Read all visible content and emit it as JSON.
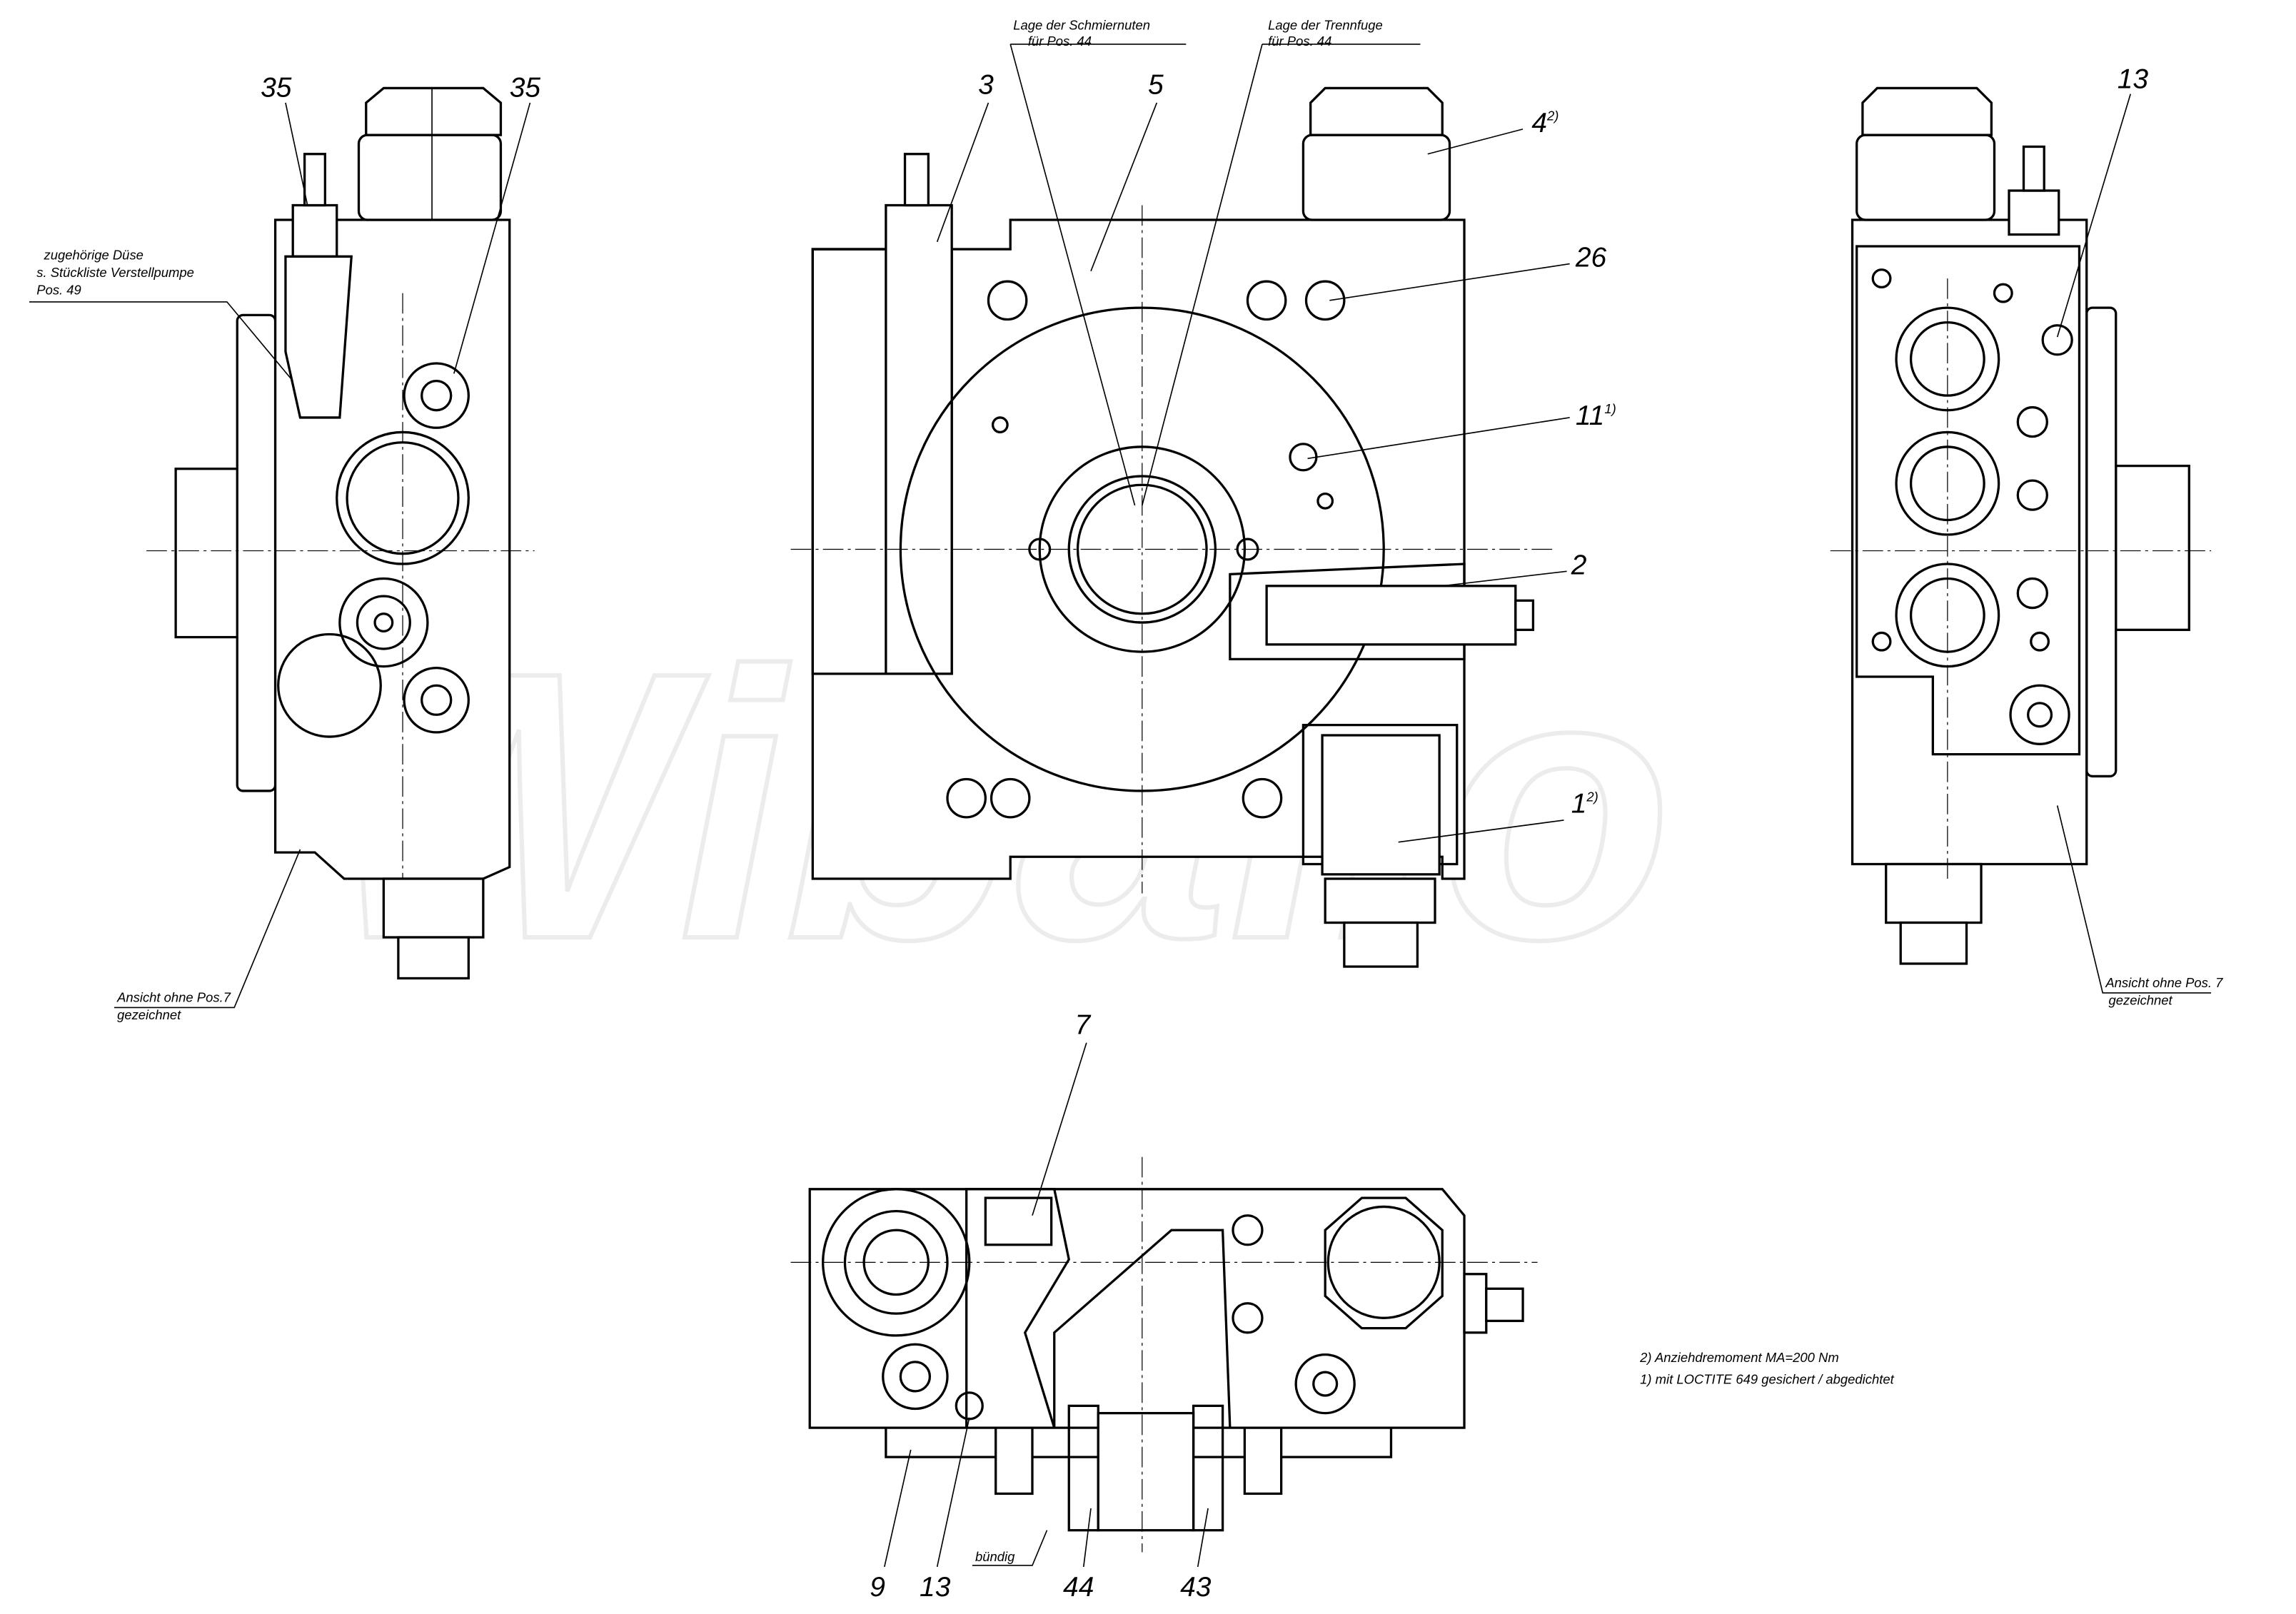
{
  "watermark": "Wiballo",
  "left_view": {
    "labels": [
      "35",
      "35"
    ],
    "note": [
      "zugehörige Düse",
      "s. Stückliste Verstellpumpe",
      "Pos. 49"
    ],
    "view_note": [
      "Ansicht ohne Pos.7",
      "gezeichnet"
    ]
  },
  "center_view": {
    "callout_lubrication": [
      "Lage der Schmiernuten",
      "für Pos. 44"
    ],
    "callout_parting": [
      "Lage der Trennfuge",
      "für Pos. 44"
    ],
    "labels": {
      "p3": "3",
      "p5": "5",
      "p4": "4",
      "p4_sup": "2)",
      "p26": "26",
      "p11": "11",
      "p11_sup": "1)",
      "p2": "2",
      "p1": "1",
      "p1_sup": "2)"
    }
  },
  "right_view": {
    "labels": [
      "13"
    ],
    "view_note": [
      "Ansicht ohne Pos. 7",
      "gezeichnet"
    ]
  },
  "bottom_view": {
    "labels": {
      "p7": "7",
      "p9": "9",
      "p13": "13",
      "p44": "44",
      "p43": "43"
    },
    "flush": "bündig"
  },
  "notes": {
    "torque": "2) Anziehdremoment MA=200 Nm",
    "loctite": "1) mit LOCTITE 649 gesichert / abgedichtet"
  }
}
